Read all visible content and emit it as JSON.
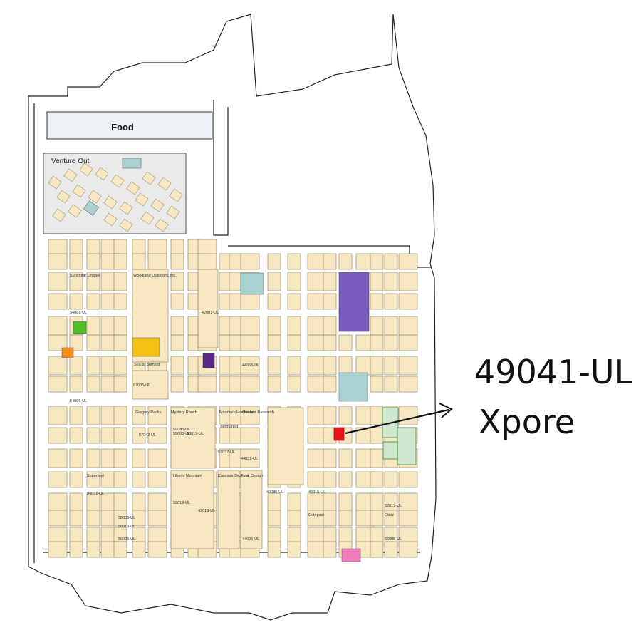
{
  "areas": {
    "food": "Food",
    "venture_out": "Venture Out"
  },
  "callout": {
    "booth_number": "49041-UL",
    "exhibitor": "Xpore"
  },
  "booth_labels": [
    "57005-UL",
    "42081-UL",
    "59005-UL",
    "44065-UL",
    "54065-UL",
    "54081-UL",
    "57043-UL",
    "59045-UL",
    "44031-UL",
    "52037-UL",
    "54031-UL",
    "59019-UL",
    "42019-UL",
    "44005-UL",
    "58005-UL",
    "58013-UL",
    "56005-UL",
    "52005-UL",
    "52017-UL",
    "49015-UL",
    "53019-UL",
    "49085-UL"
  ],
  "exhibitor_labels": [
    "Sunshine Lodges",
    "Woodland Outdoors, Inc.",
    "Gregory Packs",
    "Mystery Ranch",
    "Sea to Summit",
    "Mountain Hardwear",
    "Thermarest",
    "Outdoor Research",
    "Liberty Mountain",
    "Cascade Designs",
    "Peak Design",
    "Cotopaxi",
    "Oboz",
    "Superfeet"
  ],
  "colors": {
    "booth_fill": "#f6e7c1",
    "highlight_booth": "#e8141c",
    "purple_booth": "#7b5bbd",
    "teal_booth": "#a9d1d1",
    "green_booth": "#4fbf26",
    "orange_booth": "#f0901e",
    "gold_booth": "#f4c016",
    "pink_booth": "#f07bbd",
    "area_fill": "#e9e9e9"
  }
}
